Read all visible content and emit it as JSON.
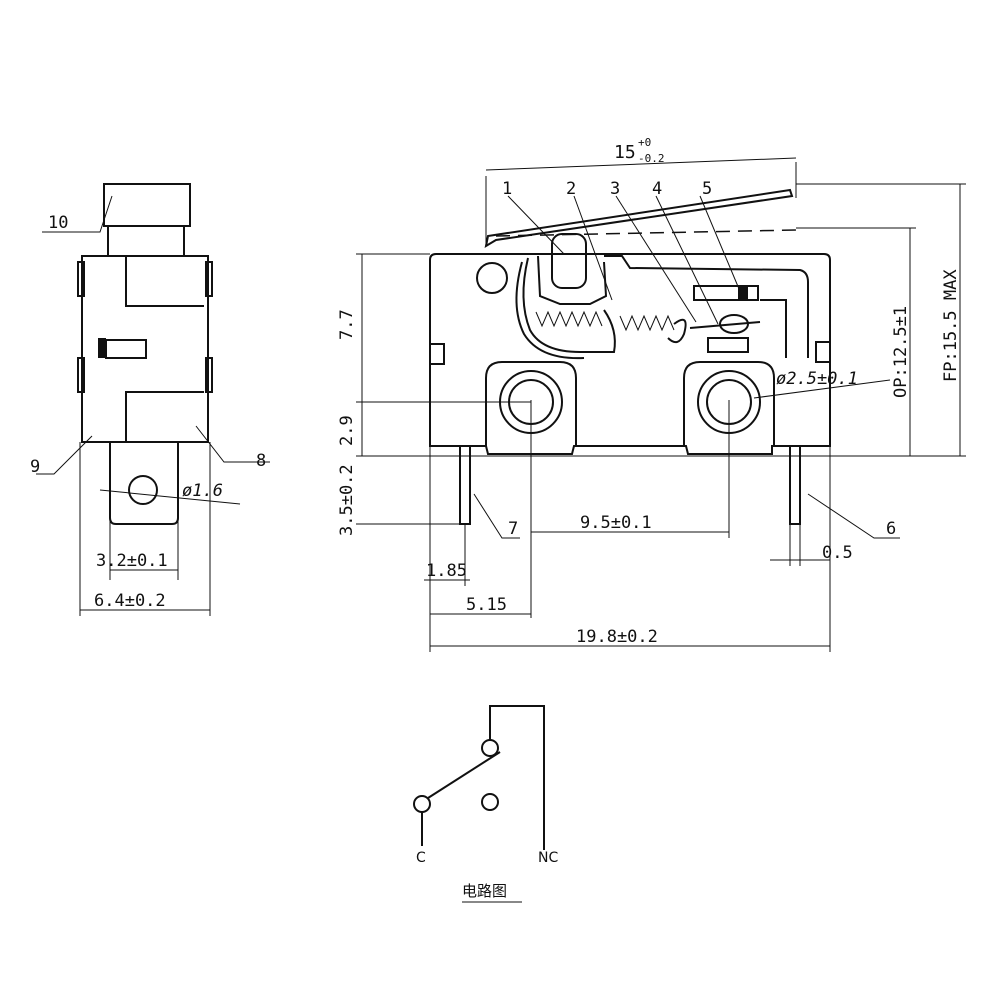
{
  "part_numbers": {
    "p1": "1",
    "p2": "2",
    "p3": "3",
    "p4": "4",
    "p5": "5",
    "p6": "6",
    "p7": "7",
    "p8": "8",
    "p9": "9",
    "p10": "10"
  },
  "dimensions": {
    "lever_length": "15",
    "lever_tol_upper": "+0",
    "lever_tol_lower": "-0.2",
    "body_height": "7.7",
    "hole_offset": "2.9",
    "pin_length": "3.5±0.2",
    "hole_spacing": "9.5±0.1",
    "pin_thickness": "0.5",
    "pin_offset": "1.85",
    "hole_from_edge": "5.15",
    "body_length": "19.8±0.2",
    "hole_diameter": "ø2.5±0.1",
    "operating_position": "OP:12.5±1",
    "free_position": "FP:15.5 MAX",
    "side_hole_diameter": "ø1.6",
    "side_pin_width": "3.2±0.1",
    "side_body_width": "6.4±0.2"
  },
  "circuit": {
    "terminal_c": "C",
    "terminal_nc": "NC",
    "caption": "电路图"
  }
}
